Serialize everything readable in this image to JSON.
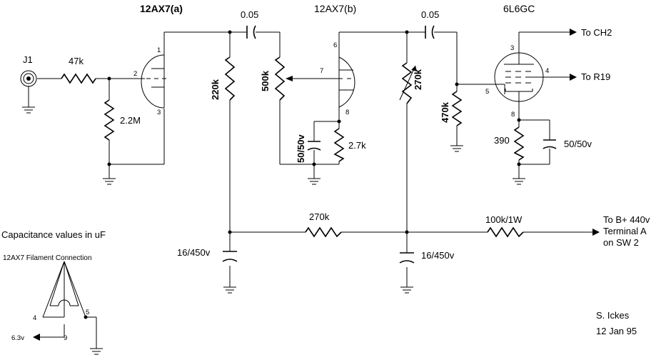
{
  "tubes": {
    "v1": "12AX7(a)",
    "v2": "12AX7(b)",
    "v3": "6L6GC"
  },
  "connector": "J1",
  "components": {
    "r_in": "47k",
    "r_grid": "2.2M",
    "r_plate1": "220k",
    "c_coupling1": "0.05",
    "pot": "500k",
    "c_bypass": "50/50v",
    "r_cathode2": "2.7k",
    "r_plate2": "270k",
    "c_coupling2": "0.05",
    "r_grid3": "470k",
    "r_cathode3": "390",
    "c_bypass3": "50/50v",
    "r_decouple": "270k",
    "c_filter1": "16/450v",
    "c_filter2": "16/450v",
    "r_supply": "100k/1W"
  },
  "pins": {
    "v1_plate": "1",
    "v1_grid": "2",
    "v1_cathode": "3",
    "v2_plate": "6",
    "v2_grid": "7",
    "v2_cathode": "8",
    "v3_plate": "3",
    "v3_screen": "4",
    "v3_grid": "5",
    "v3_cathode": "8"
  },
  "outputs": {
    "to_ch2": "To CH2",
    "to_r19": "To R19",
    "supply_line1": "To B+ 440v",
    "supply_line2": "Terminal A",
    "supply_line3": "on SW 2"
  },
  "notes": {
    "cap_units": "Capacitance values in uF",
    "filament_title": "12AX7 Filament Connection",
    "fil_pin_4": "4",
    "fil_pin_5": "5",
    "fil_pin_9": "9",
    "fil_voltage": "6.3v",
    "author": "S. Ickes",
    "date": "12 Jan 95"
  }
}
